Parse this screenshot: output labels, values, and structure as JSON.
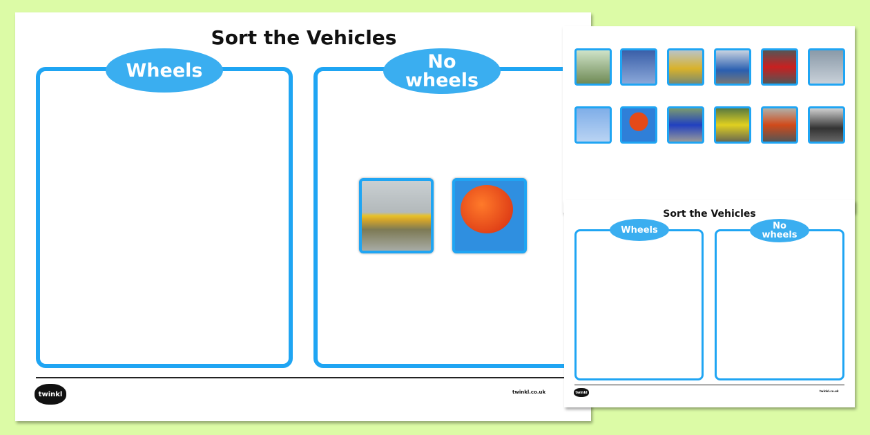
{
  "main_sheet": {
    "title": "Sort the Vehicles",
    "left_label": "Wheels",
    "right_label_line1": "No",
    "right_label_line2": "wheels",
    "cards": [
      "boat-image",
      "hot-air-balloon-image"
    ],
    "logo": "twinkl",
    "url": "twinkl.co.uk"
  },
  "cut_out_sheet": {
    "thumbnails": [
      "bicycle-image",
      "airplane-image",
      "boat-image",
      "bus-image",
      "car-image",
      "ship-image",
      "helicopter-image",
      "hot-air-balloon-image",
      "motorbike-image",
      "tractor-image",
      "train-image",
      "truck-image"
    ]
  },
  "small_sheet": {
    "title": "Sort the Vehicles",
    "left_label": "Wheels",
    "right_label_line1": "No",
    "right_label_line2": "wheels",
    "logo": "twinkl",
    "url": "twinkl.co.uk"
  },
  "colors": {
    "background": "#dcfba6",
    "accent": "#1fa5f3",
    "label_fill": "#3aaef0"
  }
}
